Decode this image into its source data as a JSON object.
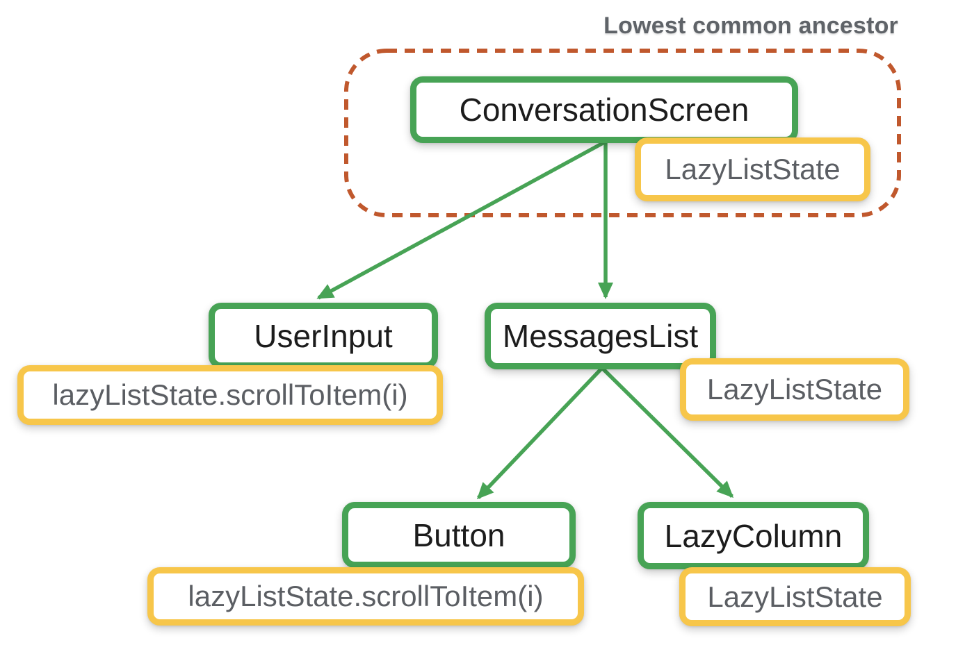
{
  "diagram": {
    "title": "Lowest common ancestor",
    "type": "component-tree",
    "nodes": {
      "conversation_screen": {
        "label": "ConversationScreen",
        "kind": "composable"
      },
      "user_input": {
        "label": "UserInput",
        "kind": "composable"
      },
      "messages_list": {
        "label": "MessagesList",
        "kind": "composable"
      },
      "button": {
        "label": "Button",
        "kind": "composable"
      },
      "lazy_column": {
        "label": "LazyColumn",
        "kind": "composable"
      }
    },
    "states": {
      "lazyliststate_top": {
        "label": "LazyListState",
        "attached_to": "ConversationScreen"
      },
      "scroll_call_userinput": {
        "label": "lazyListState.scrollToItem(i)",
        "attached_to": "UserInput"
      },
      "lazyliststate_mid": {
        "label": "LazyListState",
        "attached_to": "MessagesList"
      },
      "scroll_call_button": {
        "label": "lazyListState.scrollToItem(i)",
        "attached_to": "Button"
      },
      "lazyliststate_bottom": {
        "label": "LazyListState",
        "attached_to": "LazyColumn"
      }
    },
    "edges": [
      {
        "from": "ConversationScreen",
        "to": "UserInput"
      },
      {
        "from": "ConversationScreen",
        "to": "MessagesList"
      },
      {
        "from": "MessagesList",
        "to": "Button"
      },
      {
        "from": "MessagesList",
        "to": "LazyColumn"
      }
    ],
    "colors": {
      "node_border_green": "#47a355",
      "state_border_yellow": "#f7c64a",
      "boundary_dashed_orange": "#c0582d",
      "title_gray": "#5f6368",
      "state_text_gray": "#5b5e63",
      "node_text_black": "#1c1c1c",
      "background": "#ffffff"
    }
  }
}
